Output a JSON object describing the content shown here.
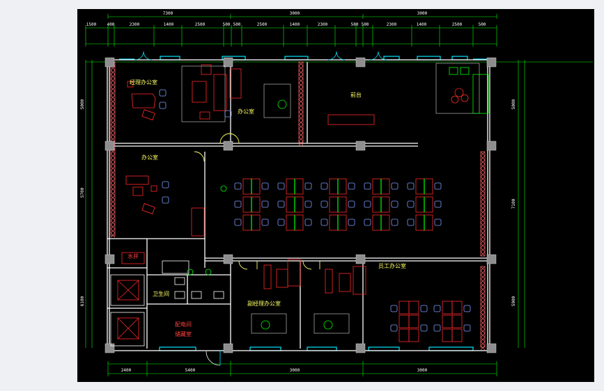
{
  "dimensions": {
    "top_overall": [
      "7300",
      "3000",
      "3000"
    ],
    "top_detail": [
      "1500",
      "400",
      "2300",
      "1400",
      "2500",
      "500",
      "500",
      "2500",
      "1400",
      "2300",
      "500",
      "500",
      "2300",
      "1400",
      "2500",
      "500"
    ],
    "left": [
      "5000",
      "5700",
      "6100"
    ],
    "right": [
      "5000",
      "7100",
      "5900"
    ],
    "bottom": [
      "2400",
      "5400",
      "3000",
      "3000"
    ]
  },
  "rooms": {
    "manager_office": "经理办公室",
    "office_1": "办公室",
    "reception": "前台",
    "office_2": "办公室",
    "water_well": "水井",
    "restroom": "卫生间",
    "deputy_manager_office": "副经理办公室",
    "staff_office": "员工办公室",
    "power_room_line1": "配电间",
    "power_room_line2": "储藏室"
  },
  "colors": {
    "background": "#000000",
    "wall": "#ffffff",
    "dimension": "#00ff00",
    "furniture": "#ff2a2a",
    "chair": "#7f9fff",
    "plant": "#00ff00",
    "window": "#00e5ff",
    "column": "#a0a0a0"
  }
}
